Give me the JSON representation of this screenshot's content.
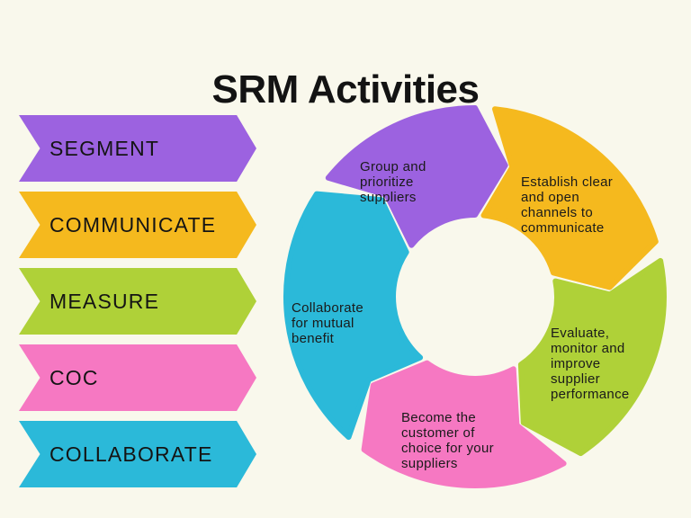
{
  "title": "SRM Activities",
  "colors": {
    "background": "#F9F8EC",
    "text": "#141414",
    "purple": "#9C62E0",
    "yellow": "#F5B91E",
    "green": "#AFD138",
    "pink": "#F678C2",
    "blue": "#2BB9D9"
  },
  "steps": [
    {
      "id": "segment",
      "label": "SEGMENT",
      "color_key": "purple",
      "wheel_text": "Group and\nprioritize\nsuppliers"
    },
    {
      "id": "communicate",
      "label": "COMMUNICATE",
      "color_key": "yellow",
      "wheel_text": "Establish clear\nand open\nchannels to\ncommunicate"
    },
    {
      "id": "measure",
      "label": "MEASURE",
      "color_key": "green",
      "wheel_text": "Evaluate,\nmonitor and\nimprove\nsupplier\nperformance"
    },
    {
      "id": "coc",
      "label": "COC",
      "color_key": "pink",
      "wheel_text": "Become the\ncustomer of\nchoice for your\nsuppliers"
    },
    {
      "id": "collaborate",
      "label": "COLLABORATE",
      "color_key": "blue",
      "wheel_text": "Collaborate\nfor mutual\nbenefit"
    }
  ]
}
